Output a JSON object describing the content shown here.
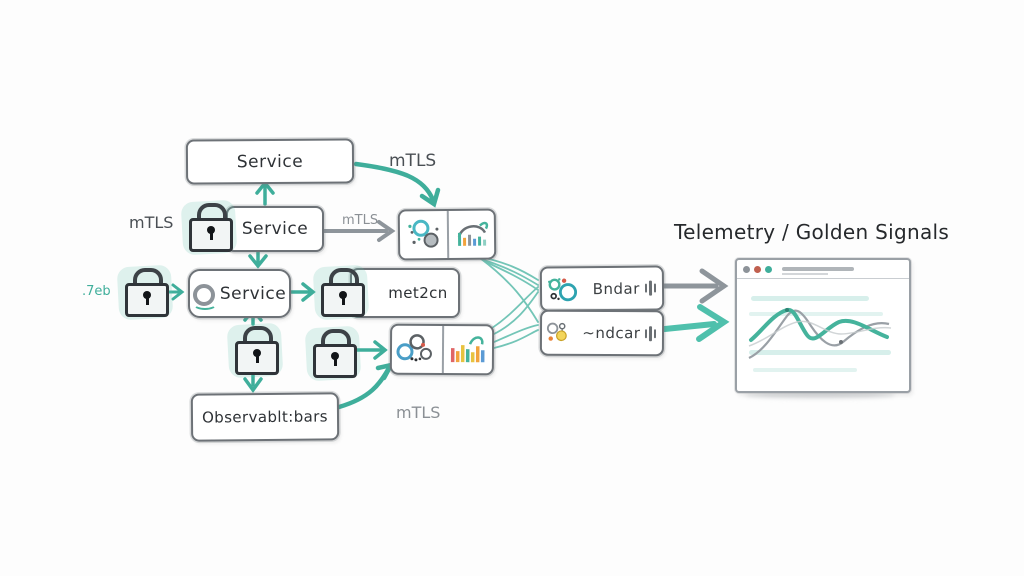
{
  "title": "Service mesh mTLS telemetry sketch diagram",
  "colors": {
    "accent_teal": "#3fae9b",
    "teal_glow": "#bfe6df",
    "arrow_gray": "#8e959b",
    "ink": "#2e3236",
    "muted_gray": "#8b9095",
    "bar_red": "#e06666",
    "bar_orange": "#f2a33c",
    "bar_yellow": "#e8c33f",
    "bar_blue": "#5b9bd5",
    "traffic_red": "#c0604f"
  },
  "nodes": {
    "service_top": {
      "label": "Service"
    },
    "service_mid": {
      "label": "Service"
    },
    "service_main": {
      "label": "Service"
    },
    "metrics_box": {
      "label": "met2cn"
    },
    "observability_box": {
      "label": "Observablt:bars"
    },
    "sidecar_top": {
      "label": "Bndar"
    },
    "sidecar_bottom": {
      "label": "~ndcar"
    }
  },
  "labels": {
    "mtls_top": "mTLS",
    "mtls_left": "mTLS",
    "mtls_mid": "mTLS",
    "mtls_bottom": "mTLS",
    "web_note": ".7eb",
    "heading": "Telemetry / Golden Signals"
  },
  "icons": {
    "lock": "padlock-icon x5 (mTLS encryption)",
    "service_ring": "gray ring with teal smile arc",
    "collector_gauge": "mini bar-chart with gauge arc x2",
    "sidecar_gears": "gear/circle cluster icons",
    "browser_traffic_lights": "gray / red / teal dots",
    "golden_signals_chart": "teal and gray wavy line chart"
  }
}
